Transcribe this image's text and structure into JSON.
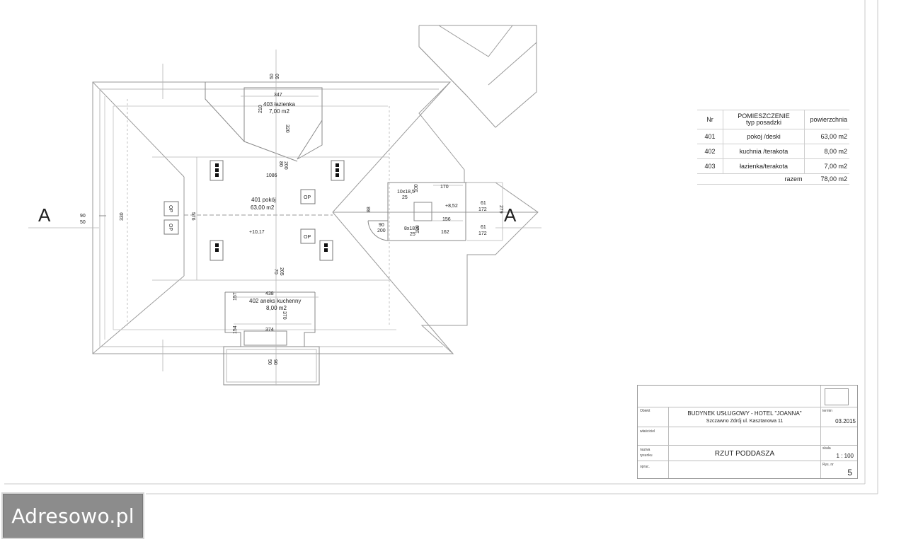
{
  "plan": {
    "section_letter": "A",
    "room_401": {
      "name": "401 pokój",
      "area": "63,00  m2"
    },
    "room_402": {
      "name": "402 aneks kuchenny",
      "area": "8,00 m2"
    },
    "room_403": {
      "name": "403 łazienka",
      "area": "7,00 m2"
    },
    "op_label": "OP",
    "level_1017": "+10,17",
    "level_852": "+8,52",
    "stair_10x": "10x18,5",
    "stair_8x": "8x18,5",
    "dims": {
      "d347": "347",
      "d210": "210",
      "d320": "320",
      "d1086": "1086",
      "d80": "80",
      "d200": "200",
      "d330": "330",
      "d576": "576",
      "d438": "438",
      "d157": "157",
      "d374": "374",
      "d154": "154",
      "d370": "370",
      "d70": "70",
      "d205": "205",
      "d170": "170",
      "d100": "100",
      "d25": "25",
      "d88": "88",
      "d90": "90",
      "d156": "156",
      "d162": "162",
      "d61": "61",
      "d172": "172",
      "d279": "279",
      "d50": "50"
    }
  },
  "room_table": {
    "headers": {
      "nr": "Nr",
      "name_line1": "POMIESZCZENIE",
      "name_line2": "typ posadzki",
      "area": "powierzchnia"
    },
    "rows": [
      {
        "nr": "401",
        "name": "pokoj /deski",
        "area": "63,00 m2"
      },
      {
        "nr": "402",
        "name": "kuchnia /terakota",
        "area": "8,00 m2"
      },
      {
        "nr": "403",
        "name": "łazienka/terakota",
        "area": "7,00 m2"
      }
    ],
    "total": {
      "label": "razem",
      "area": "78,00 m2"
    }
  },
  "title_block": {
    "obiekt_label": "Obiekt",
    "object_name": "BUDYNEK  USŁUGOWY  - HOTEL \"JOANNA\"",
    "address": "Szczawno Zdrój ul. Kasztanowa  11",
    "termin_label": "termin",
    "termin_value": "03.2015",
    "wlasciciel_label": "właściciel",
    "nazwa_label_1": "nazwa",
    "nazwa_label_2": "rysunku",
    "drawing_name": "RZUT PODDASZA",
    "skala_label": "skala",
    "skala_value": "1 : 100",
    "oprac_label": "oprac.",
    "rys_label": "Rys. nr",
    "rys_value": "5"
  },
  "watermark": {
    "text": "Adresowo.pl"
  }
}
